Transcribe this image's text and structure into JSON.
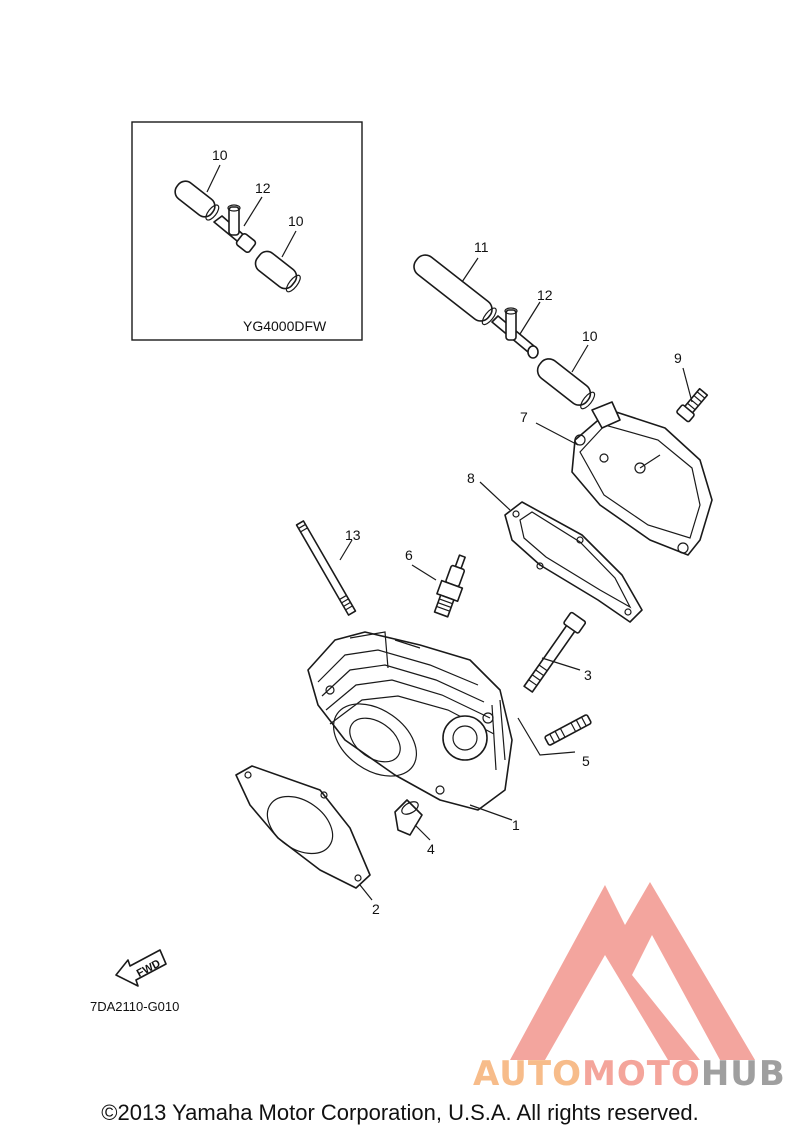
{
  "inset": {
    "model_label": "YG4000DFW",
    "callouts": [
      "10",
      "12",
      "10"
    ]
  },
  "callouts": {
    "c1": "1",
    "c2": "2",
    "c3": "3",
    "c4": "4",
    "c5": "5",
    "c6": "6",
    "c7": "7",
    "c8": "8",
    "c9": "9",
    "c10": "10",
    "c11": "11",
    "c12": "12",
    "c13": "13"
  },
  "direction_marker": {
    "label": "FWD"
  },
  "diagram_code": "7DA2110-G010",
  "watermark": {
    "text_a": "AUTO",
    "text_b": "MOTO",
    "text_c": "HUB",
    "color_a": "#f7b984",
    "color_b": "#f4a196",
    "color_c": "#9a9a9a",
    "logo_color": "#f3a199"
  },
  "copyright": "©2013 Yamaha Motor Corporation, U.S.A. All rights reserved."
}
